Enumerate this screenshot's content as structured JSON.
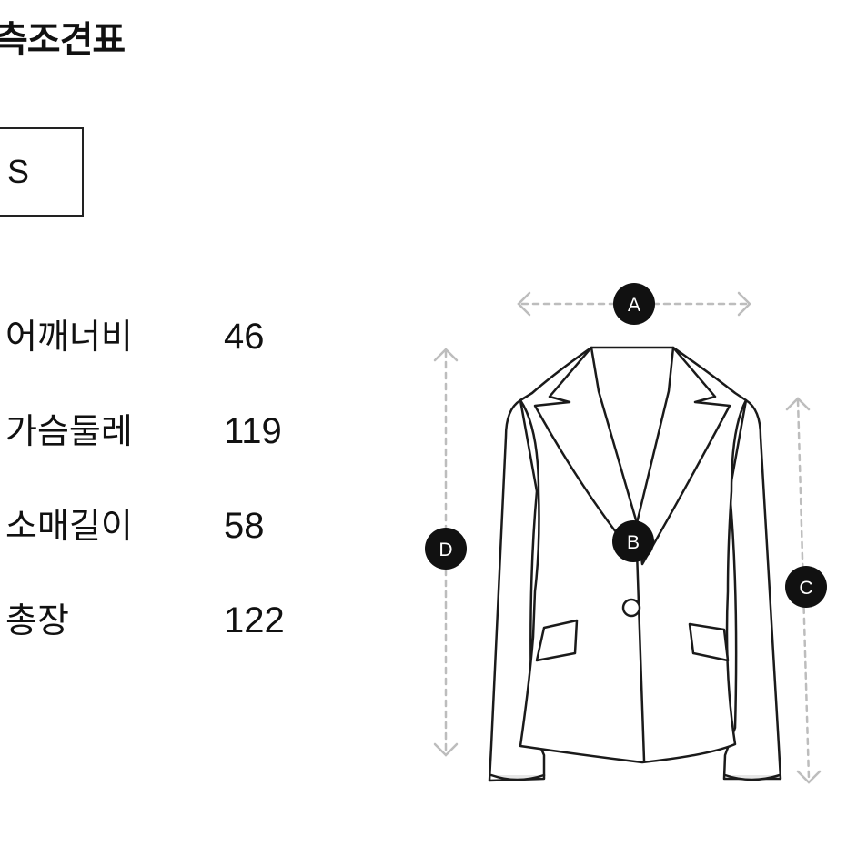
{
  "header": {
    "title": "측조견표"
  },
  "size_box": {
    "label": "S"
  },
  "measurements": [
    {
      "label": "어깨너비",
      "value": "46"
    },
    {
      "label": "가슴둘레",
      "value": "119"
    },
    {
      "label": "소매길이",
      "value": "58"
    },
    {
      "label": "총장",
      "value": "122"
    }
  ],
  "diagram": {
    "markers": {
      "a": "A",
      "b": "B",
      "c": "C",
      "d": "D"
    },
    "colors": {
      "outline": "#1a1a1a",
      "marker_fill": "#111111",
      "guide_line": "#bdbdbd",
      "lining": "#d9d9d9"
    }
  }
}
